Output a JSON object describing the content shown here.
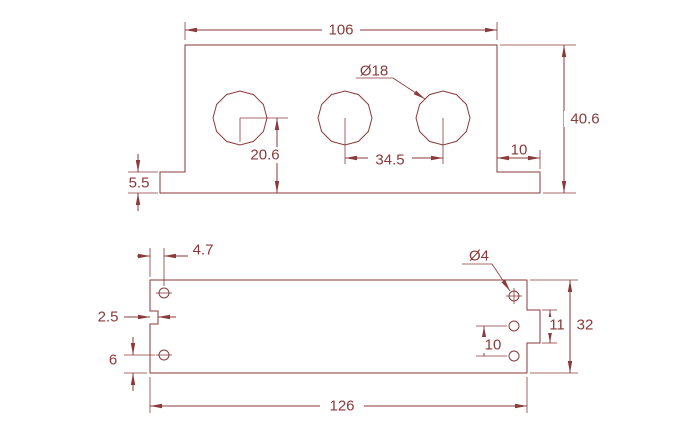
{
  "colors": {
    "line": "#8a3a3a",
    "background": "#ffffff"
  },
  "top_view": {
    "width": "106",
    "height": "40.6",
    "hole_dia": "Ø18",
    "hole_to_bottom": "20.6",
    "hole_spacing": "34.5",
    "flange_width": "10",
    "flange_height": "5.5"
  },
  "bottom_view": {
    "hole_offset": "4.7",
    "hole_dia": "Ø4",
    "notch_depth": "2.5",
    "hole_to_bottom": "6",
    "length": "126",
    "tab_height": "11",
    "height": "32",
    "hole_spacing": "10"
  }
}
